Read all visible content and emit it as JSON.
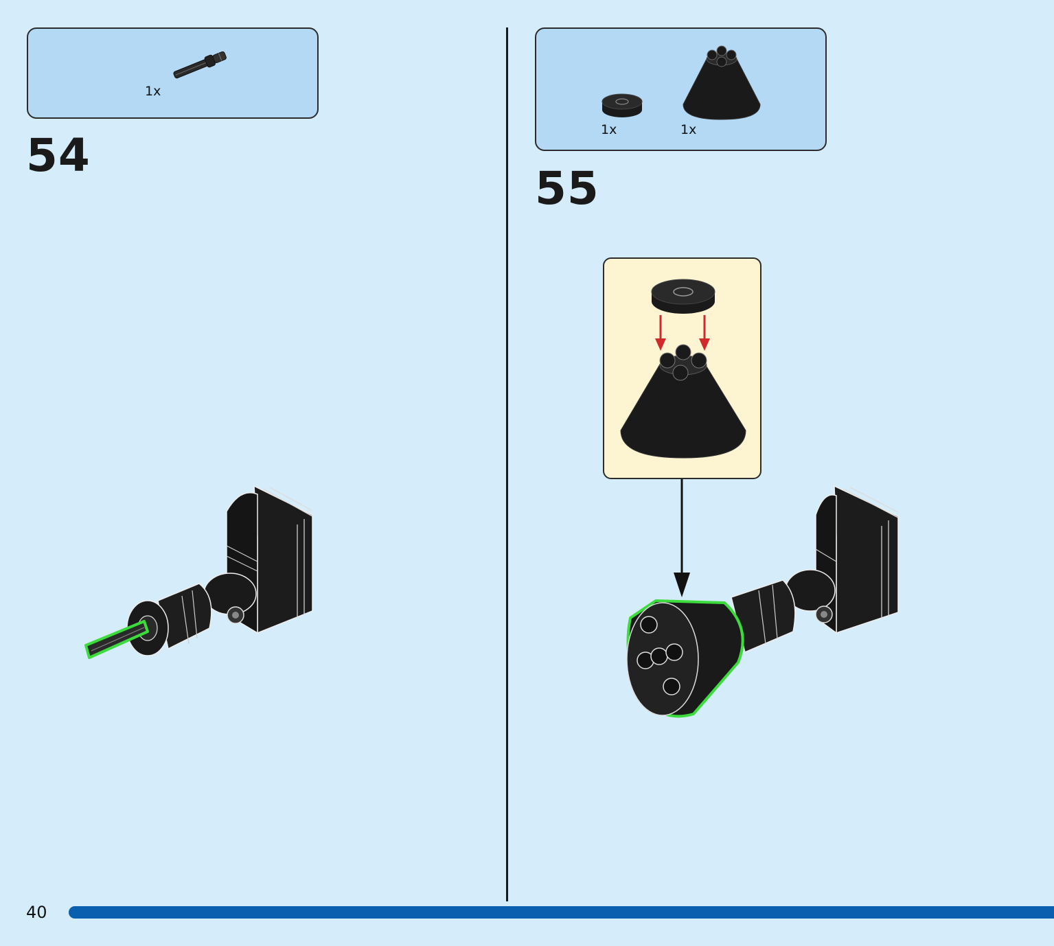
{
  "page": {
    "number": "40",
    "progress_color": "#0a5fae",
    "background_color": "#d5ecfa"
  },
  "step54": {
    "number": "54",
    "parts": [
      {
        "name": "axle-pin-icon",
        "qty": "1x"
      }
    ]
  },
  "step55": {
    "number": "55",
    "parts": [
      {
        "name": "round-tile-icon",
        "qty": "1x"
      },
      {
        "name": "cone-icon",
        "qty": "1x"
      }
    ],
    "arrow_color": "#d12a2a",
    "highlight_color": "#3ddc3d"
  }
}
